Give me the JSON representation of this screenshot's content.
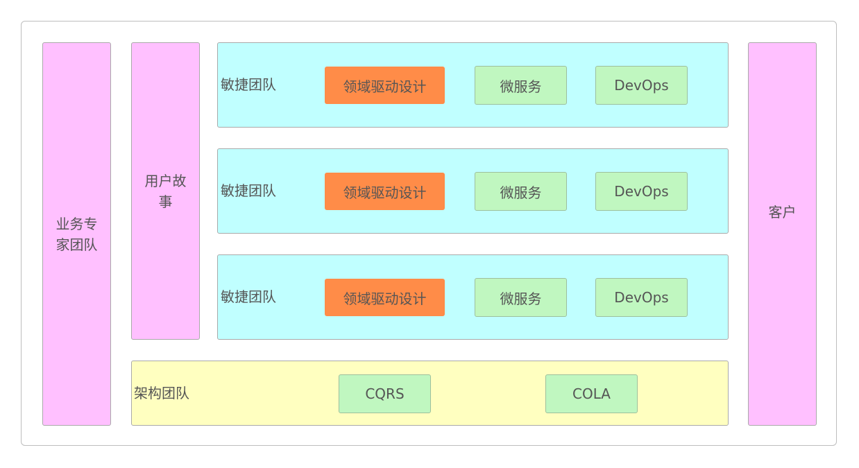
{
  "left_column": {
    "label": "业务专家团队"
  },
  "user_story": {
    "label": "用户故事"
  },
  "customer": {
    "label": "客户"
  },
  "agile_teams": [
    {
      "label": "敏捷团队",
      "chips": [
        "领域驱动设计",
        "微服务",
        "DevOps"
      ]
    },
    {
      "label": "敏捷团队",
      "chips": [
        "领域驱动设计",
        "微服务",
        "DevOps"
      ]
    },
    {
      "label": "敏捷团队",
      "chips": [
        "领域驱动设计",
        "微服务",
        "DevOps"
      ]
    }
  ],
  "architecture_team": {
    "label": "架构团队",
    "chips": [
      "CQRS",
      "COLA"
    ]
  },
  "colors": {
    "pink": "#ffc0ff",
    "cyan": "#c0ffff",
    "yellow": "#ffffc0",
    "green": "#c0f7c0",
    "orange": "#ff8c48"
  }
}
